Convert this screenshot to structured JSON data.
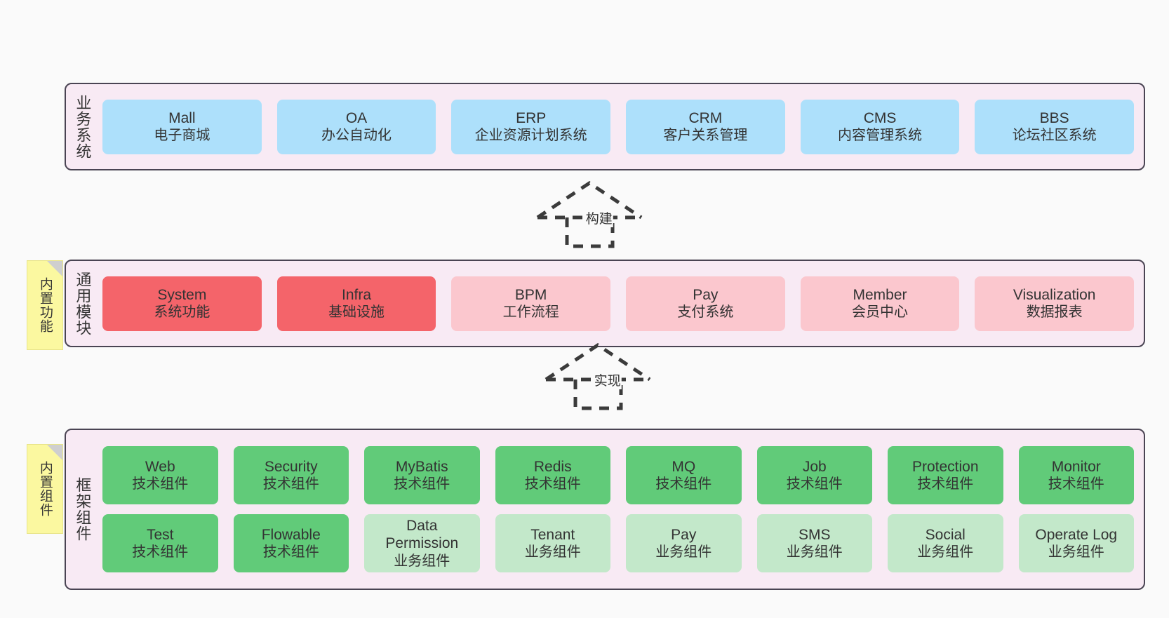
{
  "diagram": {
    "title": "ruoyi-vue-pro architecture layers",
    "background": "#fafafa",
    "panel_bg": "#f8eaf4",
    "panel_border": "#4a4453"
  },
  "layers": {
    "business": {
      "title": "业务系统",
      "cards": [
        {
          "en": "Mall",
          "cn": "电子商城",
          "color": "#ade0fb"
        },
        {
          "en": "OA",
          "cn": "办公自动化",
          "color": "#ade0fb"
        },
        {
          "en": "ERP",
          "cn": "企业资源计划系统",
          "color": "#ade0fb"
        },
        {
          "en": "CRM",
          "cn": "客户关系管理",
          "color": "#ade0fb"
        },
        {
          "en": "CMS",
          "cn": "内容管理系统",
          "color": "#ade0fb"
        },
        {
          "en": "BBS",
          "cn": "论坛社区系统",
          "color": "#ade0fb"
        }
      ]
    },
    "common": {
      "title": "通用模块",
      "sticky": "内置功能",
      "cards": [
        {
          "en": "System",
          "cn": "系统功能",
          "color": "#f4646a"
        },
        {
          "en": "Infra",
          "cn": "基础设施",
          "color": "#f4646a"
        },
        {
          "en": "BPM",
          "cn": "工作流程",
          "color": "#fbc7ce"
        },
        {
          "en": "Pay",
          "cn": "支付系统",
          "color": "#fbc7ce"
        },
        {
          "en": "Member",
          "cn": "会员中心",
          "color": "#fbc7ce"
        },
        {
          "en": "Visualization",
          "cn": "数据报表",
          "color": "#fbc7ce"
        }
      ]
    },
    "framework": {
      "title": "框架组件",
      "sticky": "内置组件",
      "row1": [
        {
          "en": "Web",
          "cn": "技术组件",
          "color": "#61cb79"
        },
        {
          "en": "Security",
          "cn": "技术组件",
          "color": "#61cb79"
        },
        {
          "en": "MyBatis",
          "cn": "技术组件",
          "color": "#61cb79"
        },
        {
          "en": "Redis",
          "cn": "技术组件",
          "color": "#61cb79"
        },
        {
          "en": "MQ",
          "cn": "技术组件",
          "color": "#61cb79"
        },
        {
          "en": "Job",
          "cn": "技术组件",
          "color": "#61cb79"
        },
        {
          "en": "Protection",
          "cn": "技术组件",
          "color": "#61cb79"
        },
        {
          "en": "Monitor",
          "cn": "技术组件",
          "color": "#61cb79"
        }
      ],
      "row2": [
        {
          "en": "Test",
          "cn": "技术组件",
          "color": "#61cb79"
        },
        {
          "en": "Flowable",
          "cn": "技术组件",
          "color": "#61cb79"
        },
        {
          "en": "Data Permission",
          "cn": "业务组件",
          "color": "#c3e8ca"
        },
        {
          "en": "Tenant",
          "cn": "业务组件",
          "color": "#c3e8ca"
        },
        {
          "en": "Pay",
          "cn": "业务组件",
          "color": "#c3e8ca"
        },
        {
          "en": "SMS",
          "cn": "业务组件",
          "color": "#c3e8ca"
        },
        {
          "en": "Social",
          "cn": "业务组件",
          "color": "#c3e8ca"
        },
        {
          "en": "Operate Log",
          "cn": "业务组件",
          "color": "#c3e8ca"
        }
      ]
    }
  },
  "arrows": {
    "build": {
      "label": "构建",
      "style": "dashed-generalization",
      "direction": "up"
    },
    "realize": {
      "label": "实现",
      "style": "dashed-generalization",
      "direction": "up"
    }
  }
}
